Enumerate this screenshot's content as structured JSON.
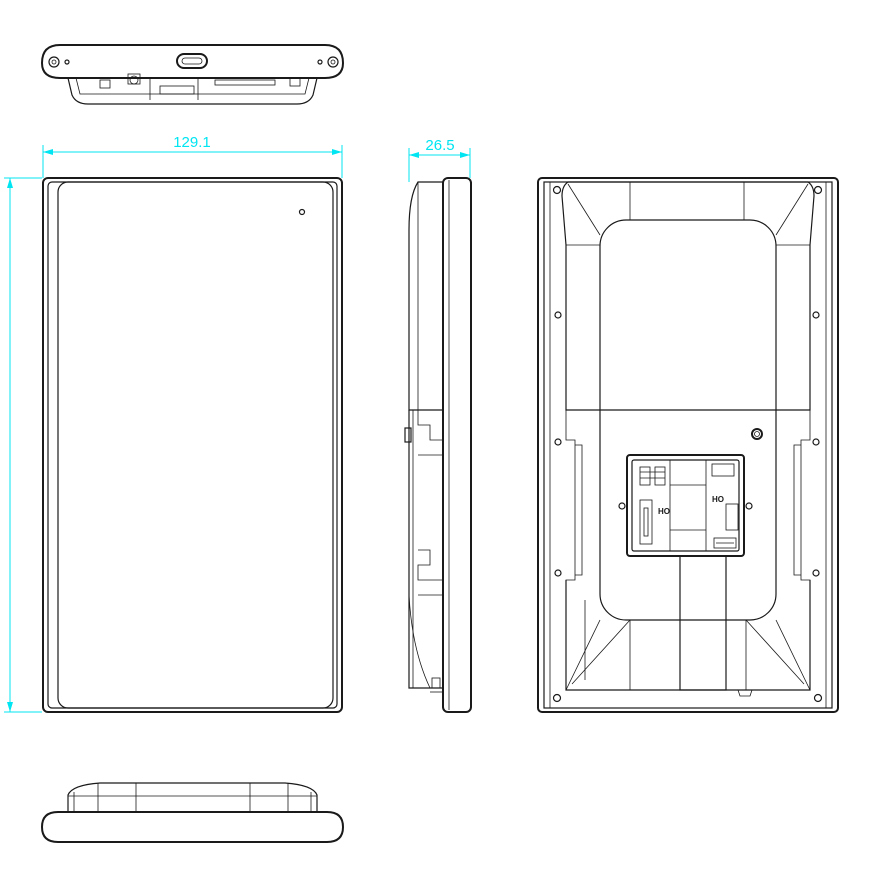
{
  "drawing": {
    "dimensions": {
      "width_label": "129.1",
      "depth_label": "26.5"
    },
    "colors": {
      "outline": "#1a1a1a",
      "dimension": "#00e5f2",
      "background": "#ffffff"
    },
    "views": [
      "top-view",
      "front-view",
      "side-view",
      "rear-view",
      "bottom-view"
    ],
    "port_labels": {
      "rear_left_connector": "HO",
      "rear_right_connector": "HO"
    }
  }
}
